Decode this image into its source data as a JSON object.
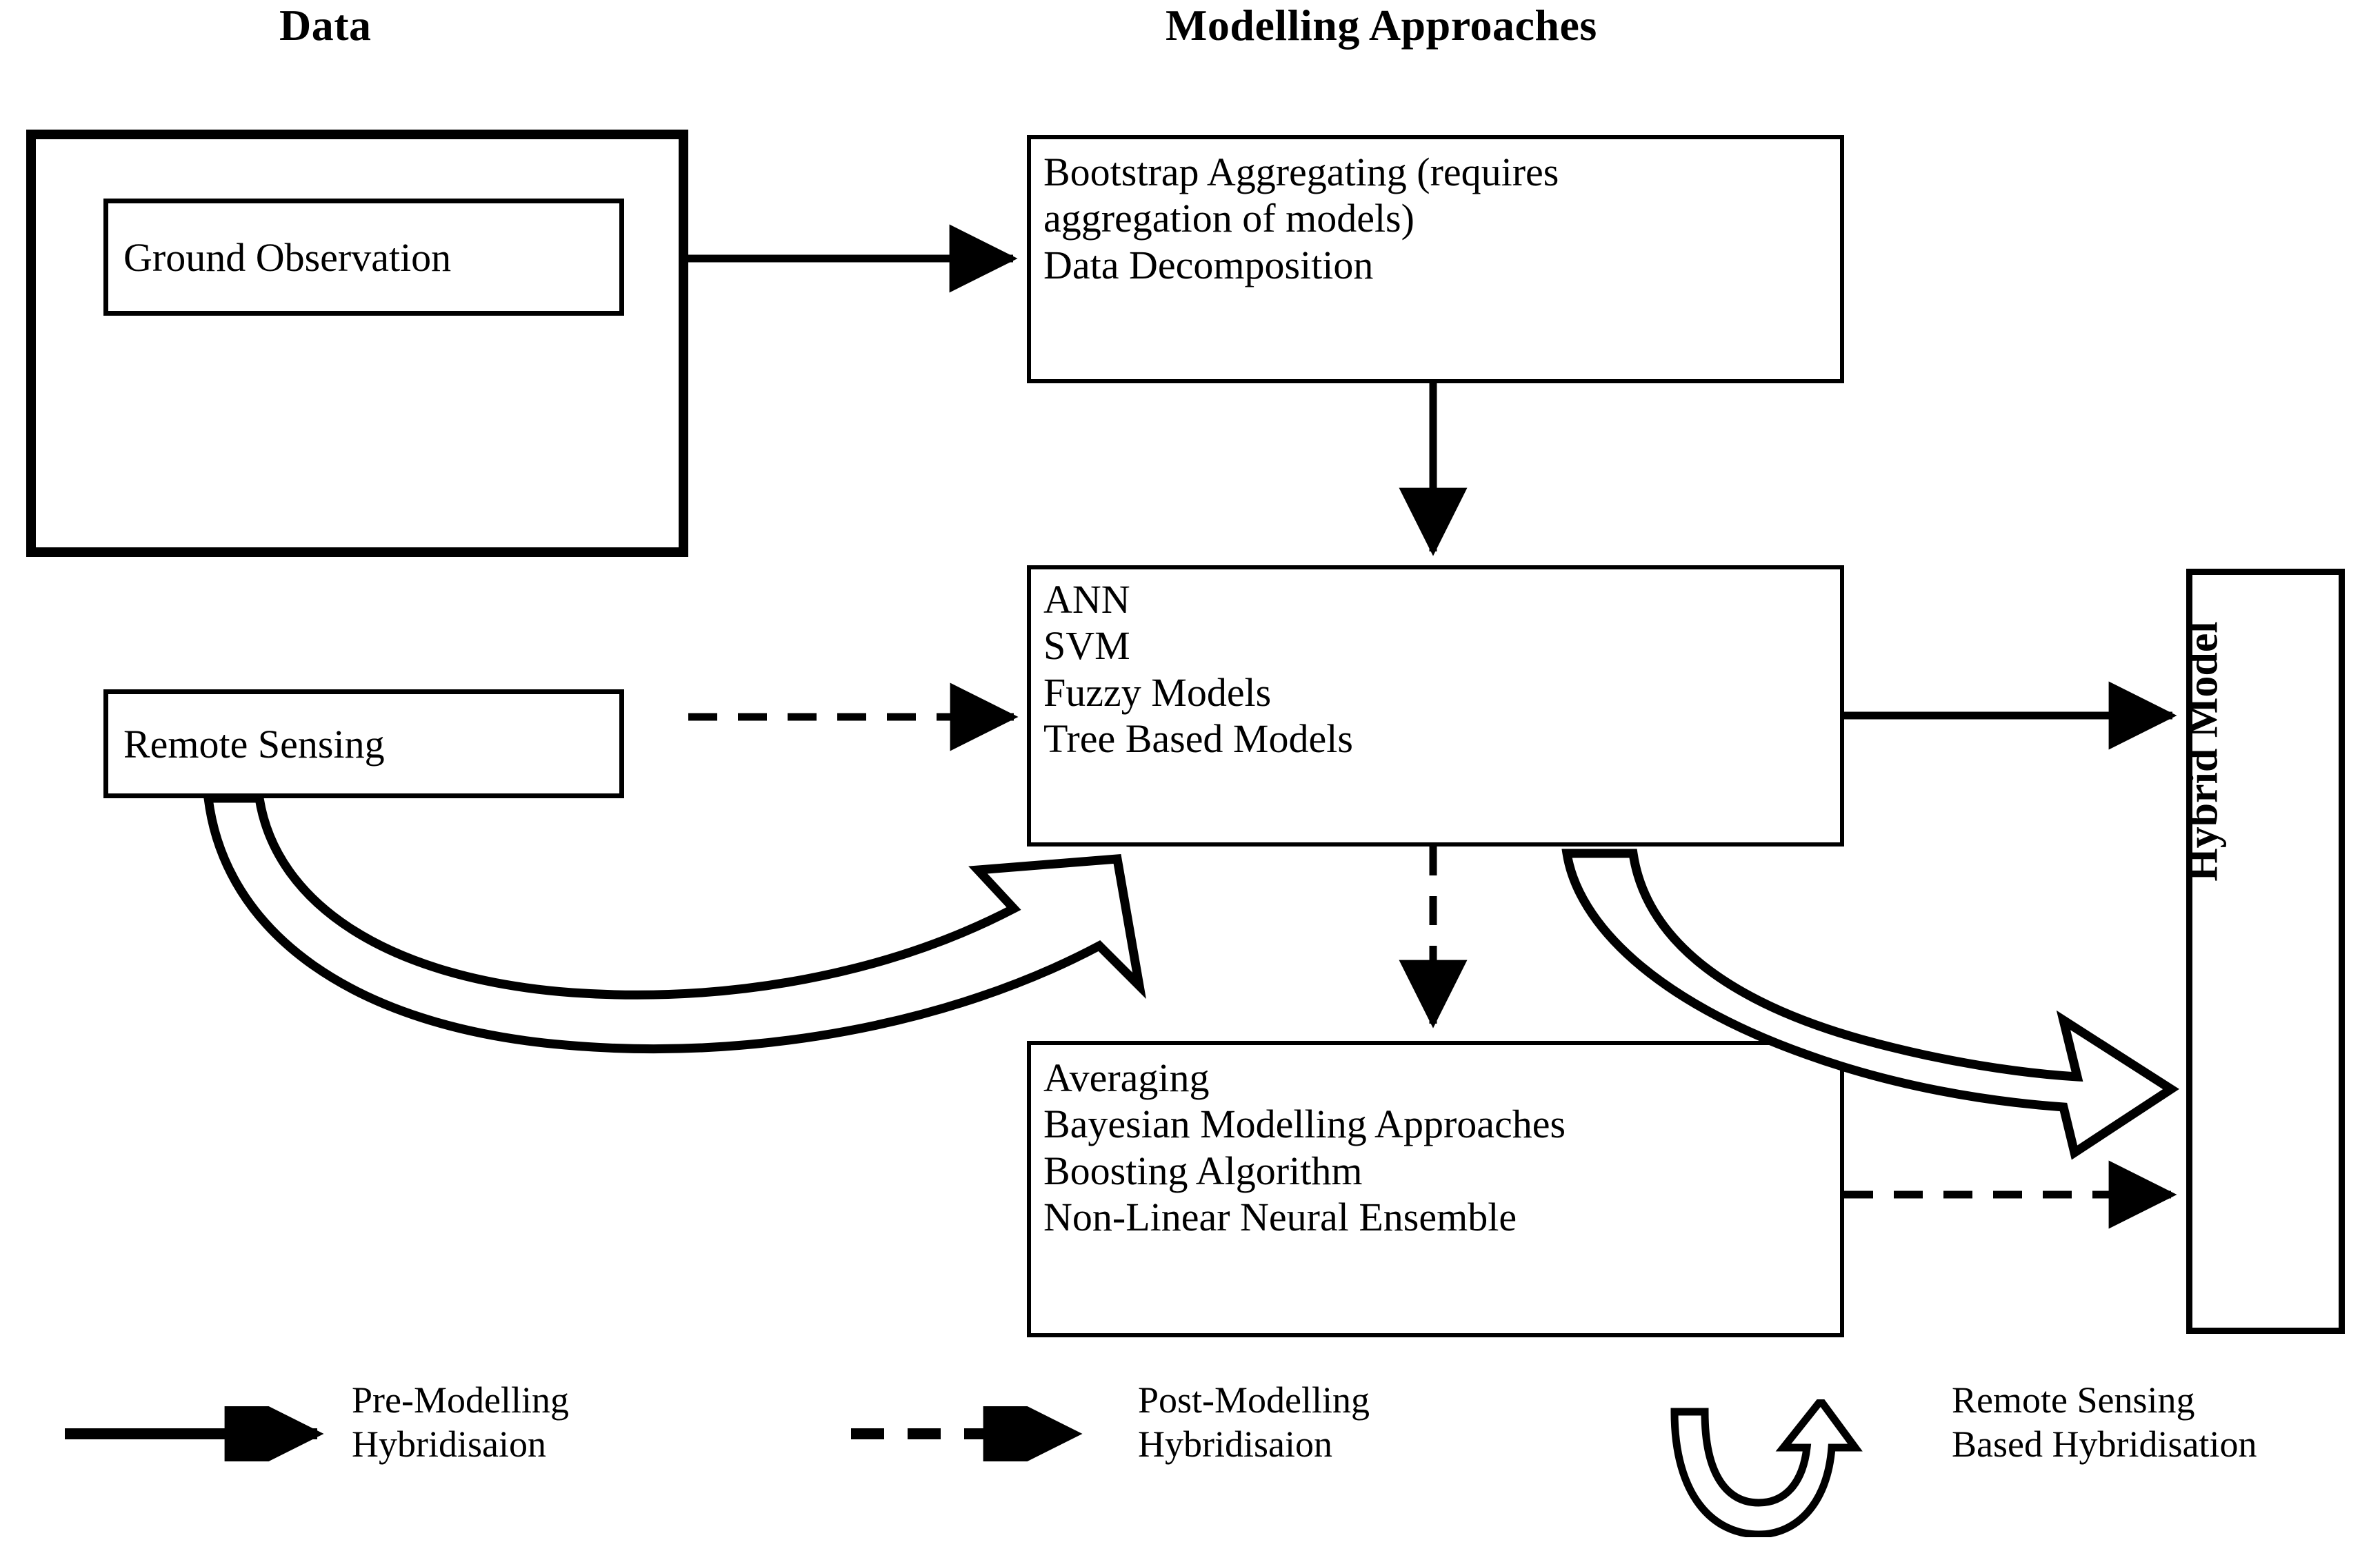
{
  "headers": {
    "data": "Data",
    "modelling": "Modelling Approaches"
  },
  "data_group": {
    "items": [
      {
        "label": "Ground Observation"
      },
      {
        "label": "Remote Sensing"
      }
    ]
  },
  "modelling": {
    "pre_box": {
      "lines": [
        "Bootstrap Aggregating (requires",
        "aggregation of models)",
        "Data Decomposition"
      ]
    },
    "model_box": {
      "lines": [
        "ANN",
        "SVM",
        "Fuzzy Models",
        "Tree Based Models"
      ]
    },
    "post_box": {
      "lines": [
        "Averaging",
        "Bayesian Modelling Approaches",
        "Boosting Algorithm",
        "Non-Linear Neural Ensemble"
      ]
    }
  },
  "output": {
    "label": "Hybrid Model"
  },
  "legend": {
    "items": [
      {
        "icon": "solid-arrow-icon",
        "line1": "Pre-Modelling",
        "line2": "Hybridisaion"
      },
      {
        "icon": "dashed-arrow-icon",
        "line1": "Post-Modelling",
        "line2": "Hybridisaion"
      },
      {
        "icon": "curved-arrow-icon",
        "line1": "Remote Sensing",
        "line2": "Based Hybridisation"
      }
    ]
  },
  "colors": {
    "stroke": "#000000",
    "fill": "#ffffff"
  }
}
